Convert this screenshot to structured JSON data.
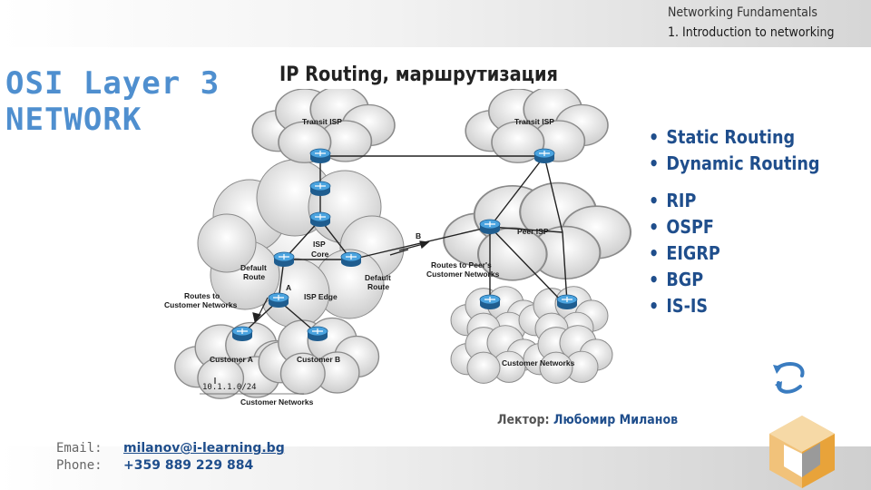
{
  "header": {
    "course": "Networking Fundamentals",
    "lesson": "1. Introduction to networking"
  },
  "layer_title": [
    "OSI Layer 3",
    "NETWORK"
  ],
  "slide_title": "IP Routing, маршрутизация",
  "bullets_routing": [
    "Static Routing",
    "Dynamic Routing"
  ],
  "bullets_protocols": [
    "RIP",
    "OSPF",
    "EIGRP",
    "BGP",
    "IS-IS"
  ],
  "diagram": {
    "transit_isp_left": "Transit ISP",
    "transit_isp_right": "Transit ISP",
    "isp_core": [
      "ISP",
      "Core"
    ],
    "isp_edge": "ISP Edge",
    "default_route_left": [
      "Default",
      "Route"
    ],
    "default_route_right": [
      "Default",
      "Route"
    ],
    "label_a": "A",
    "label_b": "B",
    "routes_to_customer": [
      "Routes to",
      "Customer Networks"
    ],
    "routes_to_peer": [
      "Routes to Peer's",
      "Customer Networks"
    ],
    "peer_isp": "Peer ISP",
    "customer_a": "Customer A",
    "customer_b": "Customer B",
    "ip_address": "10.1.1.0/24",
    "customer_networks_left": "Customer Networks",
    "customer_networks_right": "Customer Networks"
  },
  "lecturer": {
    "label": "Лектор:",
    "name": "Любомир Миланов"
  },
  "contact": {
    "email_label": "Email:",
    "phone_label": "Phone:",
    "email": "milanov@i-learning.bg",
    "phone": "+359 889 229 884"
  },
  "colors": {
    "accent_blue": "#4f8fcf",
    "bullet_blue": "#1f4e8c",
    "logo_orange": "#e8a33a"
  },
  "icons": {
    "nav": "circular-arrows-icon",
    "logo": "brand-logo-icon",
    "router": "router-icon"
  }
}
